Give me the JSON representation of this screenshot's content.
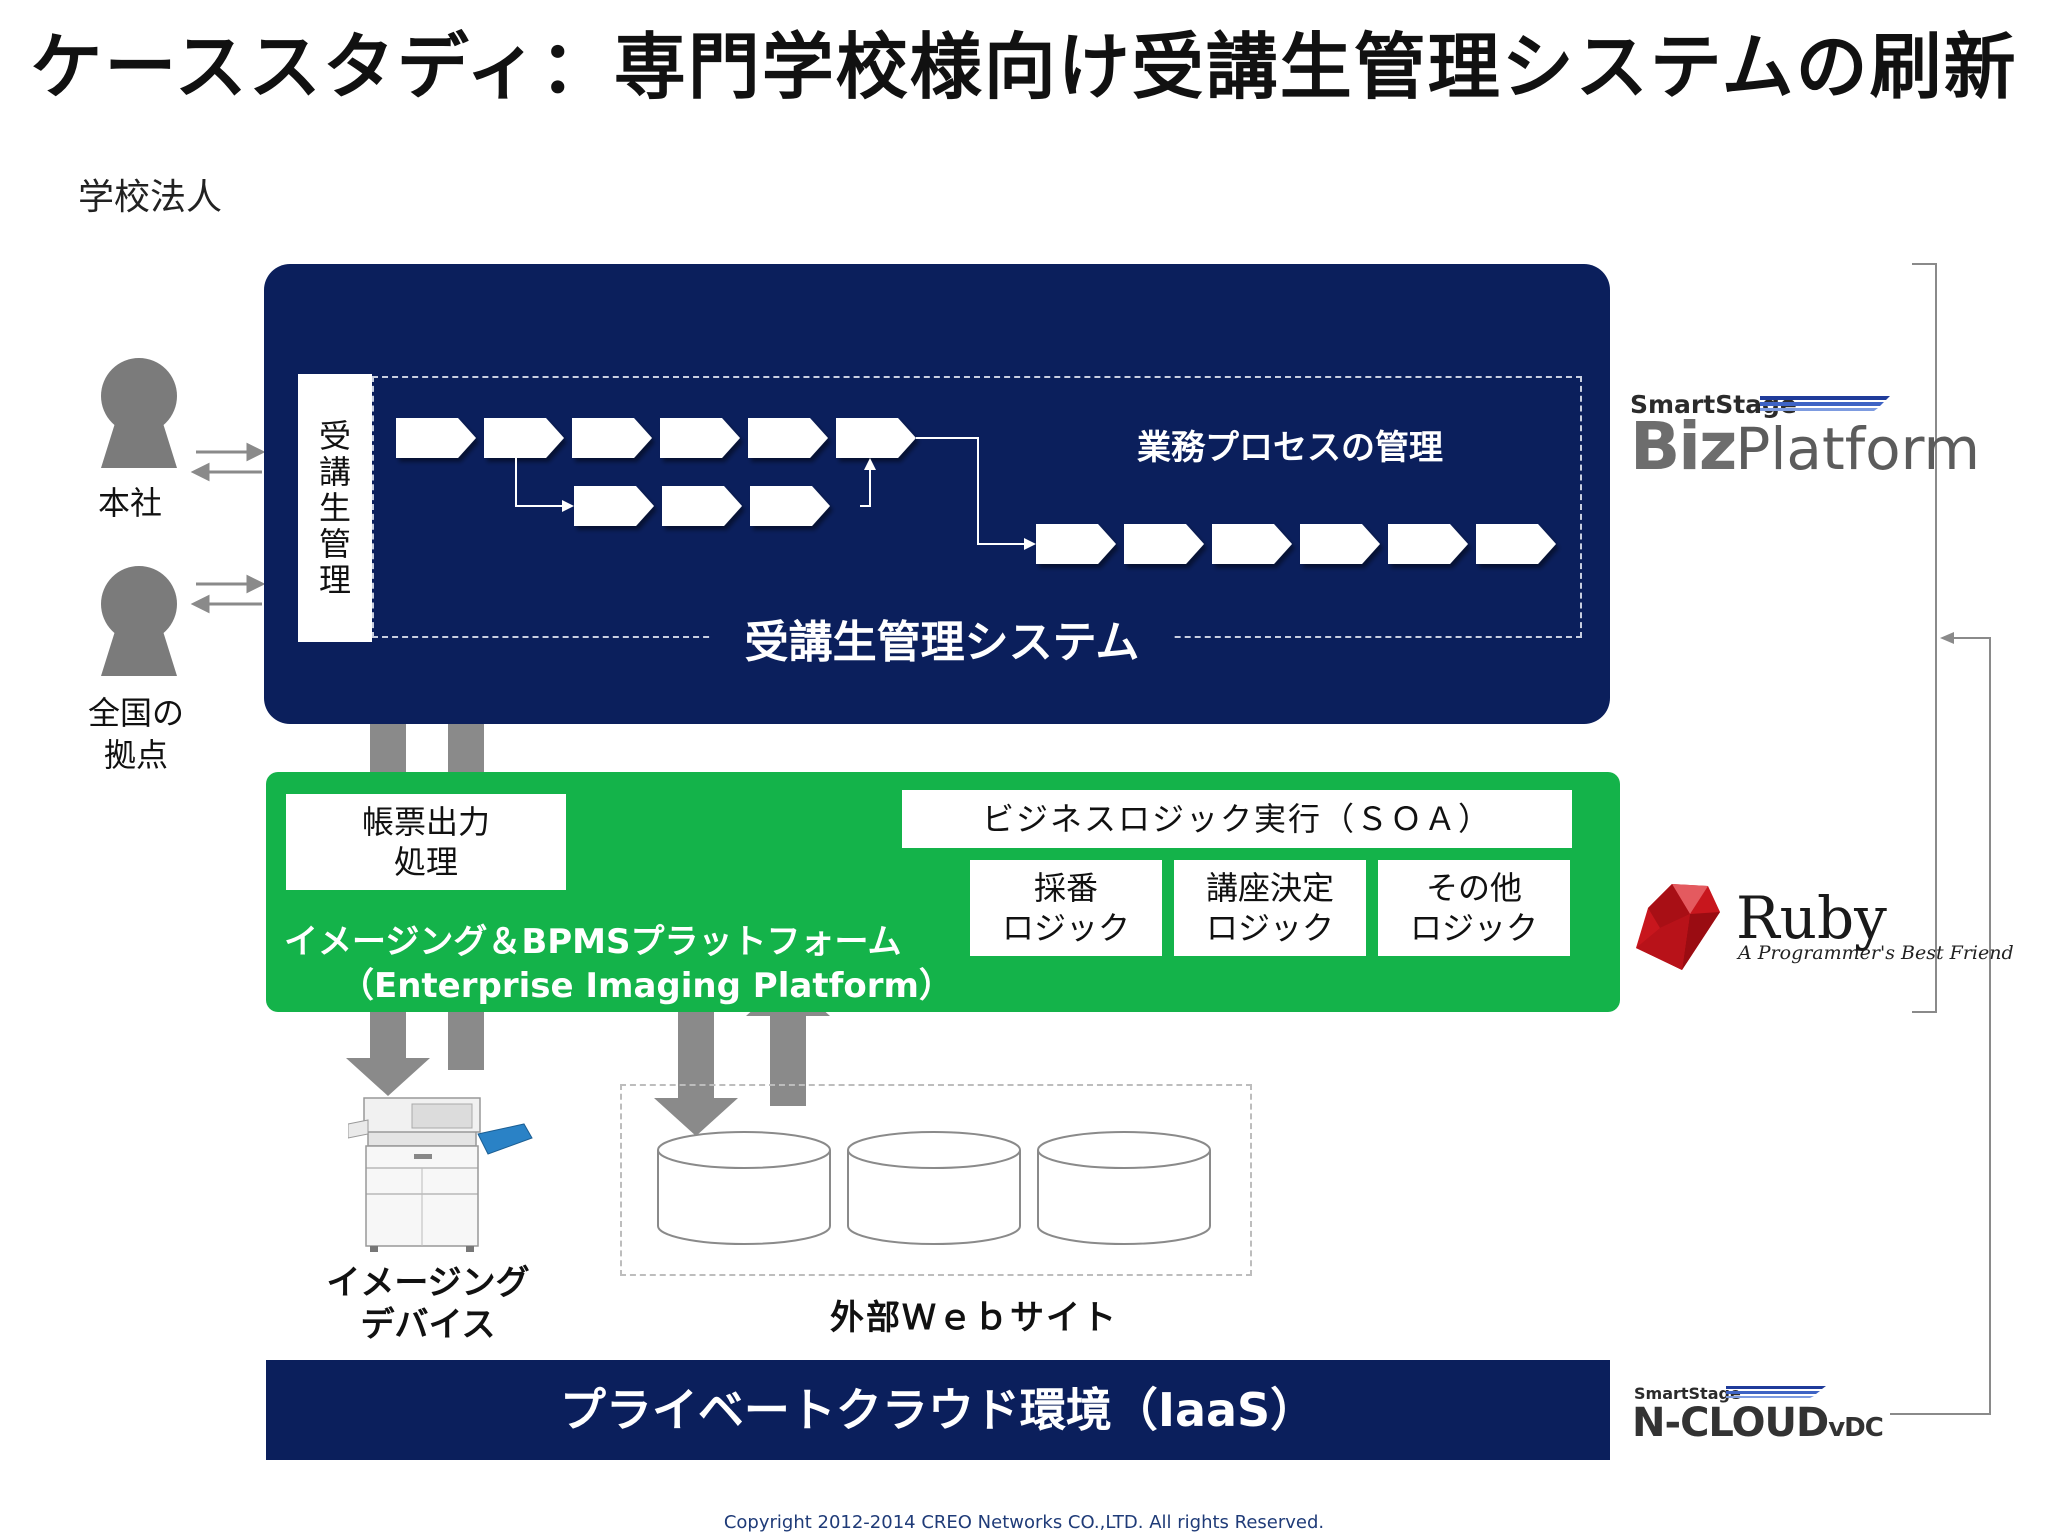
{
  "title": "ケーススタディ：専門学校様向け受講生管理システムの刷新",
  "organization_label": "学校法人",
  "actors": [
    {
      "label": "本社"
    },
    {
      "label_line1": "全国の",
      "label_line2": "拠点"
    }
  ],
  "system": {
    "vertical_label_chars": [
      "受",
      "講",
      "生",
      "管",
      "理"
    ],
    "process_label": "業務プロセスの管理",
    "name": "受講生管理システム"
  },
  "platform": {
    "forms": {
      "line1": "帳票出力",
      "line2": "処理"
    },
    "soa_label": "ビジネスロジック実行（ＳＯＡ）",
    "logic_boxes": [
      {
        "line1": "採番",
        "line2": "ロジック"
      },
      {
        "line1": "講座決定",
        "line2": "ロジック"
      },
      {
        "line1": "その他",
        "line2": "ロジック"
      }
    ],
    "name": "イメージング＆BPMSプラットフォーム",
    "subname": "（Enterprise Imaging Platform）"
  },
  "device": {
    "line1": "イメージング",
    "line2": "デバイス"
  },
  "websites_label": "外部Ｗｅｂサイト",
  "iaas_label": "プライベートクラウド環境（IaaS）",
  "logos": {
    "bizplatform": {
      "small": "SmartStage",
      "big_prefix": "Biz",
      "big_suffix": "Platform"
    },
    "ruby": {
      "name": "Ruby",
      "tagline": "A Programmer's Best Friend"
    },
    "ncloud": {
      "small": "SmartStage",
      "big": "N-CLOUD",
      "suffix": "vDC"
    }
  },
  "copyright": "Copyright 2012-2014 CREO Networks CO.,LTD. All rights Reserved.",
  "colors": {
    "navy": "#0b1f5c",
    "green": "#14b34a",
    "gray_arrow": "#8a8a8a",
    "ruby_red": "#c8161d"
  }
}
